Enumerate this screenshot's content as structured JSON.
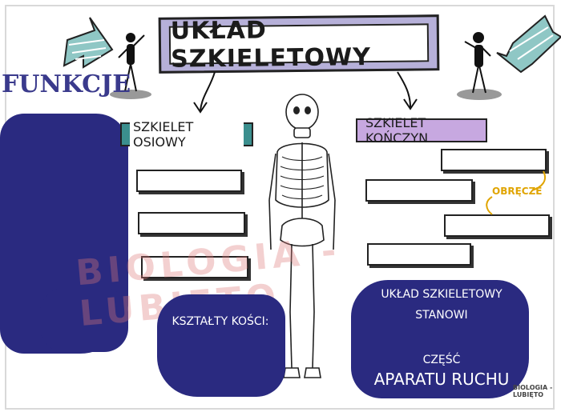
{
  "title": "UKŁAD SZKIELETOWY",
  "functions_heading": "FUNKCJE",
  "sections": {
    "axial": {
      "label": "SZKIELET OSIOWY"
    },
    "limbs": {
      "label": "SZKIELET KOŃCZYN"
    }
  },
  "annotations": {
    "girdles": "OBRĘCZE",
    "bone_shapes": "KSZTAŁTY KOŚCI:",
    "statement_line1": "UKŁAD SZKIELETOWY",
    "statement_line2": "STANOWI",
    "statement_line3": "CZĘŚĆ",
    "statement_line4": "APARATU RUCHU"
  },
  "watermark": "BIOLOGIA - LUBIĘTO",
  "logo": "BIOLOGIA - LUBIĘTO",
  "colors": {
    "navy_blob": "#2a2a80",
    "teal_label": "#3b8f8e",
    "lilac_label": "#c7a8e0",
    "title_bg": "#b6b0d9",
    "accent_yellow": "#e0a400"
  }
}
